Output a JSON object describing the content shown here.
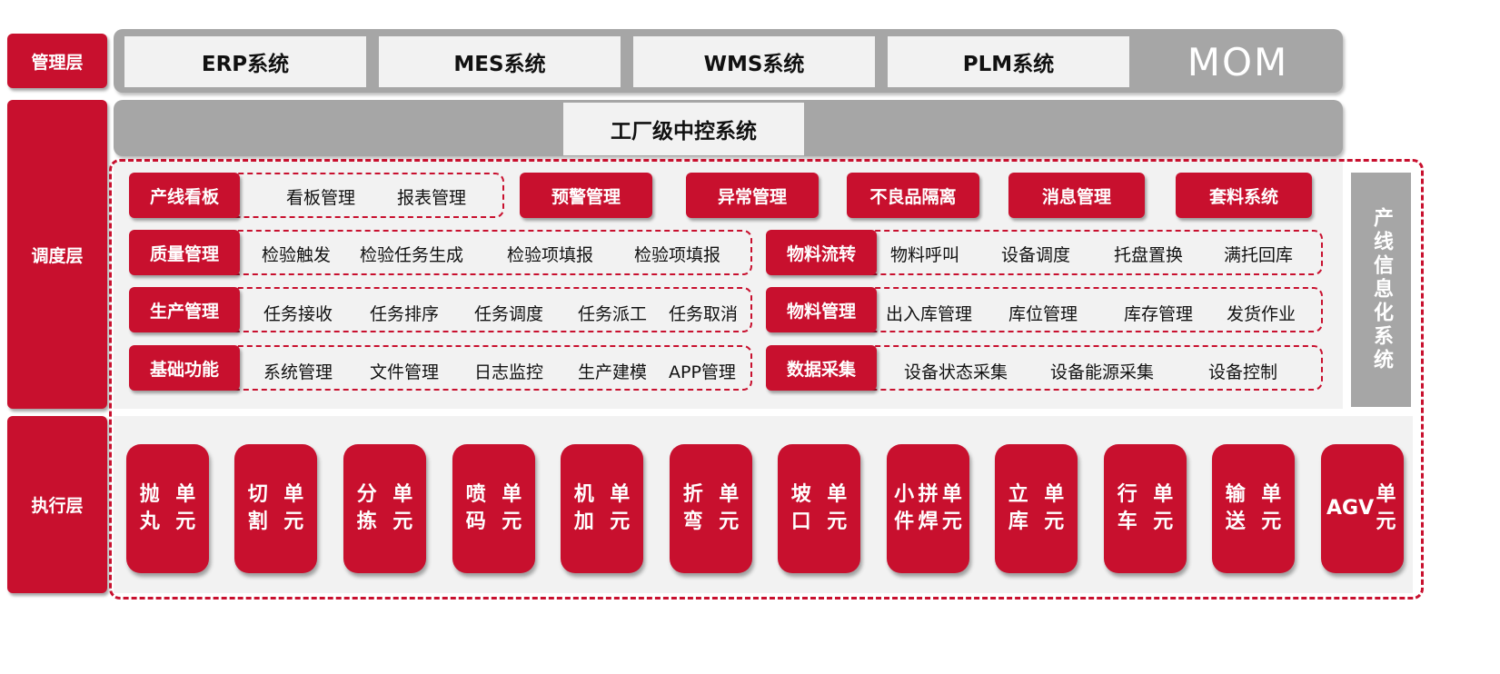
{
  "layers": {
    "management": "管理层",
    "scheduling": "调度层",
    "execution": "执行层"
  },
  "management_systems": [
    "ERP系统",
    "MES系统",
    "WMS系统",
    "PLM系统"
  ],
  "mom_label": "MOM",
  "factory_control": "工厂级中控系统",
  "side_label": "产线信息化系统",
  "row1": {
    "kanban": {
      "tag": "产线看板",
      "items": [
        "看板管理",
        "报表管理"
      ]
    },
    "buttons": [
      "预警管理",
      "异常管理",
      "不良品隔离",
      "消息管理",
      "套料系统"
    ]
  },
  "left_groups": [
    {
      "tag": "质量管理",
      "items": [
        "检验触发",
        "检验任务生成",
        "检验项填报",
        "检验项填报"
      ]
    },
    {
      "tag": "生产管理",
      "items": [
        "任务接收",
        "任务排序",
        "任务调度",
        "任务派工",
        "任务取消"
      ]
    },
    {
      "tag": "基础功能",
      "items": [
        "系统管理",
        "文件管理",
        "日志监控",
        "生产建模",
        "APP管理"
      ]
    }
  ],
  "right_groups": [
    {
      "tag": "物料流转",
      "items": [
        "物料呼叫",
        "设备调度",
        "托盘置换",
        "满托回库"
      ]
    },
    {
      "tag": "物料管理",
      "items": [
        "出入库管理",
        "库位管理",
        "库存管理",
        "发货作业"
      ]
    },
    {
      "tag": "数据采集",
      "items": [
        "设备状态采集",
        "设备能源采集",
        "设备控制"
      ]
    }
  ],
  "units": [
    {
      "l1": "抛丸",
      "l2": "单元"
    },
    {
      "l1": "切割",
      "l2": "单元"
    },
    {
      "l1": "分拣",
      "l2": "单元"
    },
    {
      "l1": "喷码",
      "l2": "单元"
    },
    {
      "l1": "机加",
      "l2": "单元"
    },
    {
      "l1": "折弯",
      "l2": "单元"
    },
    {
      "l1": "坡口",
      "l2": "单元"
    },
    {
      "l1": "小件",
      "l2": "拼焊",
      "l3": "单元"
    },
    {
      "l1": "立库",
      "l2": "单元"
    },
    {
      "l1": "行车",
      "l2": "单元"
    },
    {
      "l1": "输送",
      "l2": "单元"
    },
    {
      "l1": "AGV",
      "l2": "单元"
    }
  ],
  "colors": {
    "accent": "#c8102e",
    "gray": "#a6a6a6",
    "panel": "#f2f2f2"
  }
}
